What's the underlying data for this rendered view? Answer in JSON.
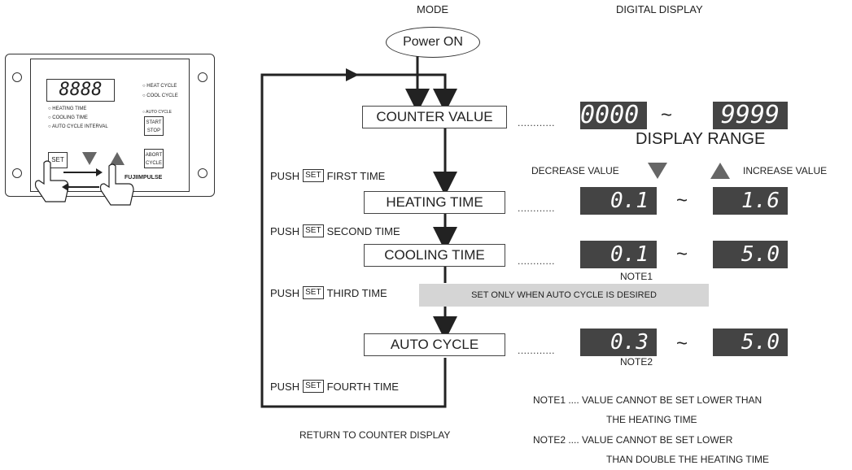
{
  "headers": {
    "mode": "MODE",
    "digital_display": "DIGITAL DISPLAY"
  },
  "start": "Power ON",
  "panel": {
    "display": "8888",
    "heat_cycle": "HEAT CYCLE",
    "cool_cycle": "COOL CYCLE",
    "auto_cycle": "AUTO CYCLE",
    "heating_time": "HEATING TIME",
    "cooling_time": "COOLING TIME",
    "auto_cycle_interval": "AUTO CYCLE INTERVAL",
    "start_stop": "START STOP",
    "set": "SET",
    "abort_cycle": "ABORT CYCLE",
    "brand": "FUJIIMPULSE"
  },
  "steps": [
    {
      "label": "COUNTER  VALUE",
      "min": "0000",
      "max": "9999"
    },
    {
      "label": "HEATING  TIME",
      "min": "0.1",
      "max": "1.6"
    },
    {
      "label": "COOLING TIME",
      "min": "0.1",
      "max": "5.0",
      "note": "NOTE1"
    },
    {
      "label": "AUTO CYCLE",
      "min": "0.3",
      "max": "5.0",
      "note": "NOTE2"
    }
  ],
  "display_range": "DISPLAY RANGE",
  "decrease": "DECREASE VALUE",
  "increase": "INCREASE VALUE",
  "push": "PUSH",
  "set_key": "SET",
  "push_labels": [
    "FIRST TIME",
    "SECOND TIME",
    "THIRD TIME",
    "FOURTH TIME"
  ],
  "auto_banner": "SET ONLY WHEN AUTO CYCLE IS DESIRED",
  "return_label": "RETURN TO COUNTER DISPLAY",
  "dots": "............",
  "tilde": "~",
  "notes": [
    "NOTE1 .... VALUE CANNOT BE SET LOWER THAN",
    "THE HEATING TIME",
    "NOTE2 .... VALUE CANNOT BE SET LOWER",
    "THAN DOUBLE THE HEATING TIME"
  ]
}
